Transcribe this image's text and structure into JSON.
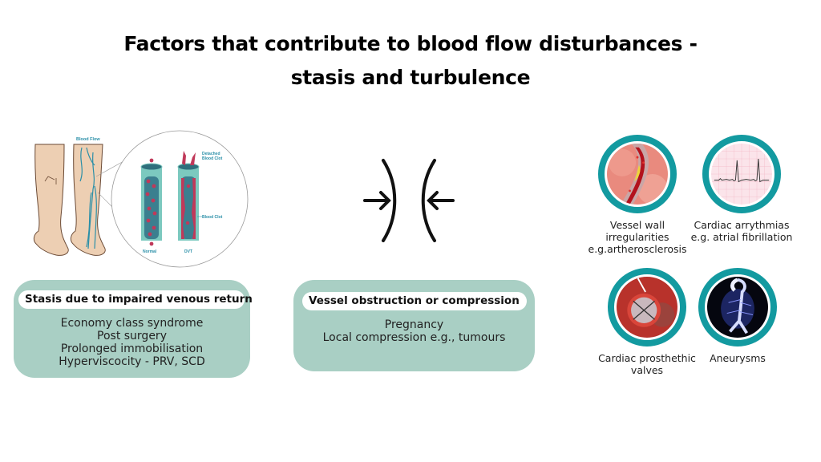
{
  "title": {
    "line1": "Factors that contribute to blood flow disturbances -",
    "line2": "stasis and turbulence"
  },
  "illustration": {
    "blood_flow_label": "Blood Flow",
    "detached_label_1": "Detached",
    "detached_label_2": "Blood Clot",
    "clot_label": "Blood Clot",
    "normal_label": "Normal",
    "dvt_label": "DVT"
  },
  "cards": {
    "stasis": {
      "heading": "Stasis due to impaired venous return",
      "items": [
        "Economy class syndrome",
        "Post surgery",
        "Prolonged immobilisation",
        "Hyperviscocity - PRV, SCD"
      ]
    },
    "obstruction": {
      "heading": "Vessel obstruction or compression",
      "items": [
        "Pregnancy",
        "Local compression e.g., tumours"
      ]
    }
  },
  "turbulence": {
    "items": [
      {
        "icon": "atherosclerosis-image",
        "caption": [
          "Vessel wall",
          "irregularities",
          "e.g.artherosclerosis"
        ]
      },
      {
        "icon": "ecg-image",
        "caption": [
          "Cardiac arrythmias",
          "e.g. atrial fibrillation"
        ]
      },
      {
        "icon": "prosthetic-valve-image",
        "caption": [
          "Cardiac prosthethic",
          "valves"
        ]
      },
      {
        "icon": "angiogram-image",
        "caption": [
          "Aneurysms"
        ]
      }
    ]
  },
  "colors": {
    "card_bg": "#a9cfc4",
    "ring": "#139aa0",
    "vein": "#2a8fa8"
  }
}
